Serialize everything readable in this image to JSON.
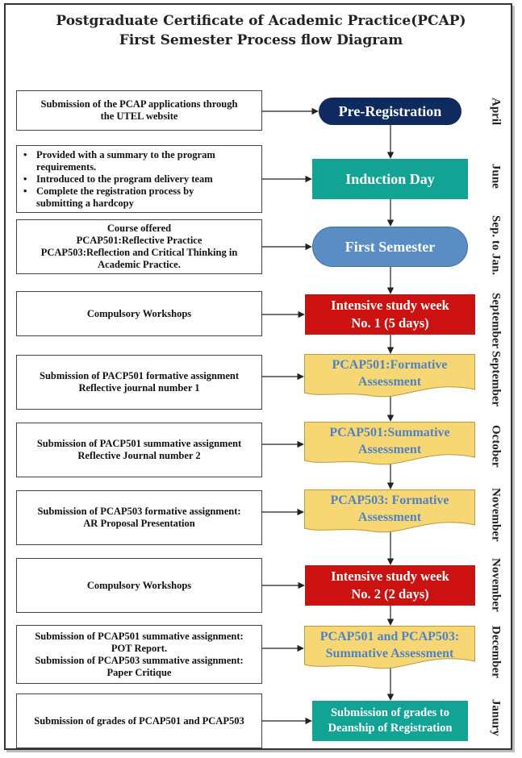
{
  "title": {
    "line1": "Postgraduate Certificate of Academic Practice(PCAP)",
    "line2": "First Semester Process flow Diagram"
  },
  "colors": {
    "navy": "#0f2a5f",
    "teal": "#12a394",
    "steel_blue": "#5a8dc4",
    "red": "#cc1111",
    "yellow": "#f7d774",
    "yellow_text": "#4f83c4",
    "line": "#222222"
  },
  "rows": [
    {
      "left_lines": [
        "Submission of the PCAP applications through",
        "the UTEL website"
      ],
      "node_lines": [
        "Pre-Registration"
      ],
      "node_style": "stadium-navy",
      "month": "April"
    },
    {
      "left_bullets": [
        [
          "Provided with a summary to the program",
          "requirements."
        ],
        [
          "Introduced to the program delivery team"
        ],
        [
          "Complete the registration process by",
          "submitting a hardcopy"
        ]
      ],
      "node_lines": [
        "Induction Day"
      ],
      "node_style": "rect-teal",
      "month": "June"
    },
    {
      "left_lines": [
        "Course offered",
        "PCAP501:Reflective Practice",
        "PCAP503:Reflection and Critical Thinking in",
        "Academic Practice."
      ],
      "node_lines": [
        "First Semester"
      ],
      "node_style": "stadium-blue",
      "month": "Sep. to Jan."
    },
    {
      "left_lines": [
        "Compulsory Workshops"
      ],
      "node_lines": [
        "Intensive study week",
        "No. 1 (5 days)"
      ],
      "node_style": "rect-red",
      "month": "September"
    },
    {
      "left_lines": [
        "Submission of PACP501 formative assignment",
        "Reflective journal number 1"
      ],
      "node_lines": [
        "PCAP501:Formative",
        "Assessment"
      ],
      "node_style": "doc-yellow",
      "month": "September"
    },
    {
      "left_lines": [
        "Submission of PACP501 summative assignment",
        "Reflective Journal number 2"
      ],
      "node_lines": [
        "PCAP501:Summative",
        "Assessment"
      ],
      "node_style": "doc-yellow",
      "month": "October"
    },
    {
      "left_lines": [
        "Submission of PCAP503 formative assignment:",
        "AR Proposal Presentation"
      ],
      "node_lines": [
        "PCAP503: Formative",
        "Assessment"
      ],
      "node_style": "doc-yellow",
      "month": "November"
    },
    {
      "left_lines": [
        "Compulsory Workshops"
      ],
      "node_lines": [
        "Intensive study week",
        "No. 2 (2 days)"
      ],
      "node_style": "rect-red",
      "month": "November"
    },
    {
      "left_lines": [
        "Submission of PCAP501 summative assignment:",
        "POT Report.",
        "Submission of PCAP503 summative assignment:",
        "Paper Critique"
      ],
      "node_lines": [
        "PCAP501 and PCAP503:",
        "Summative Assessment"
      ],
      "node_style": "doc-yellow",
      "month": "December"
    },
    {
      "left_lines": [
        "Submission of grades of PCAP501 and  PCAP503"
      ],
      "node_lines": [
        "Submission of grades to",
        "Deanship of Registration"
      ],
      "node_style": "rect-teal-small",
      "month": "Janury"
    }
  ]
}
